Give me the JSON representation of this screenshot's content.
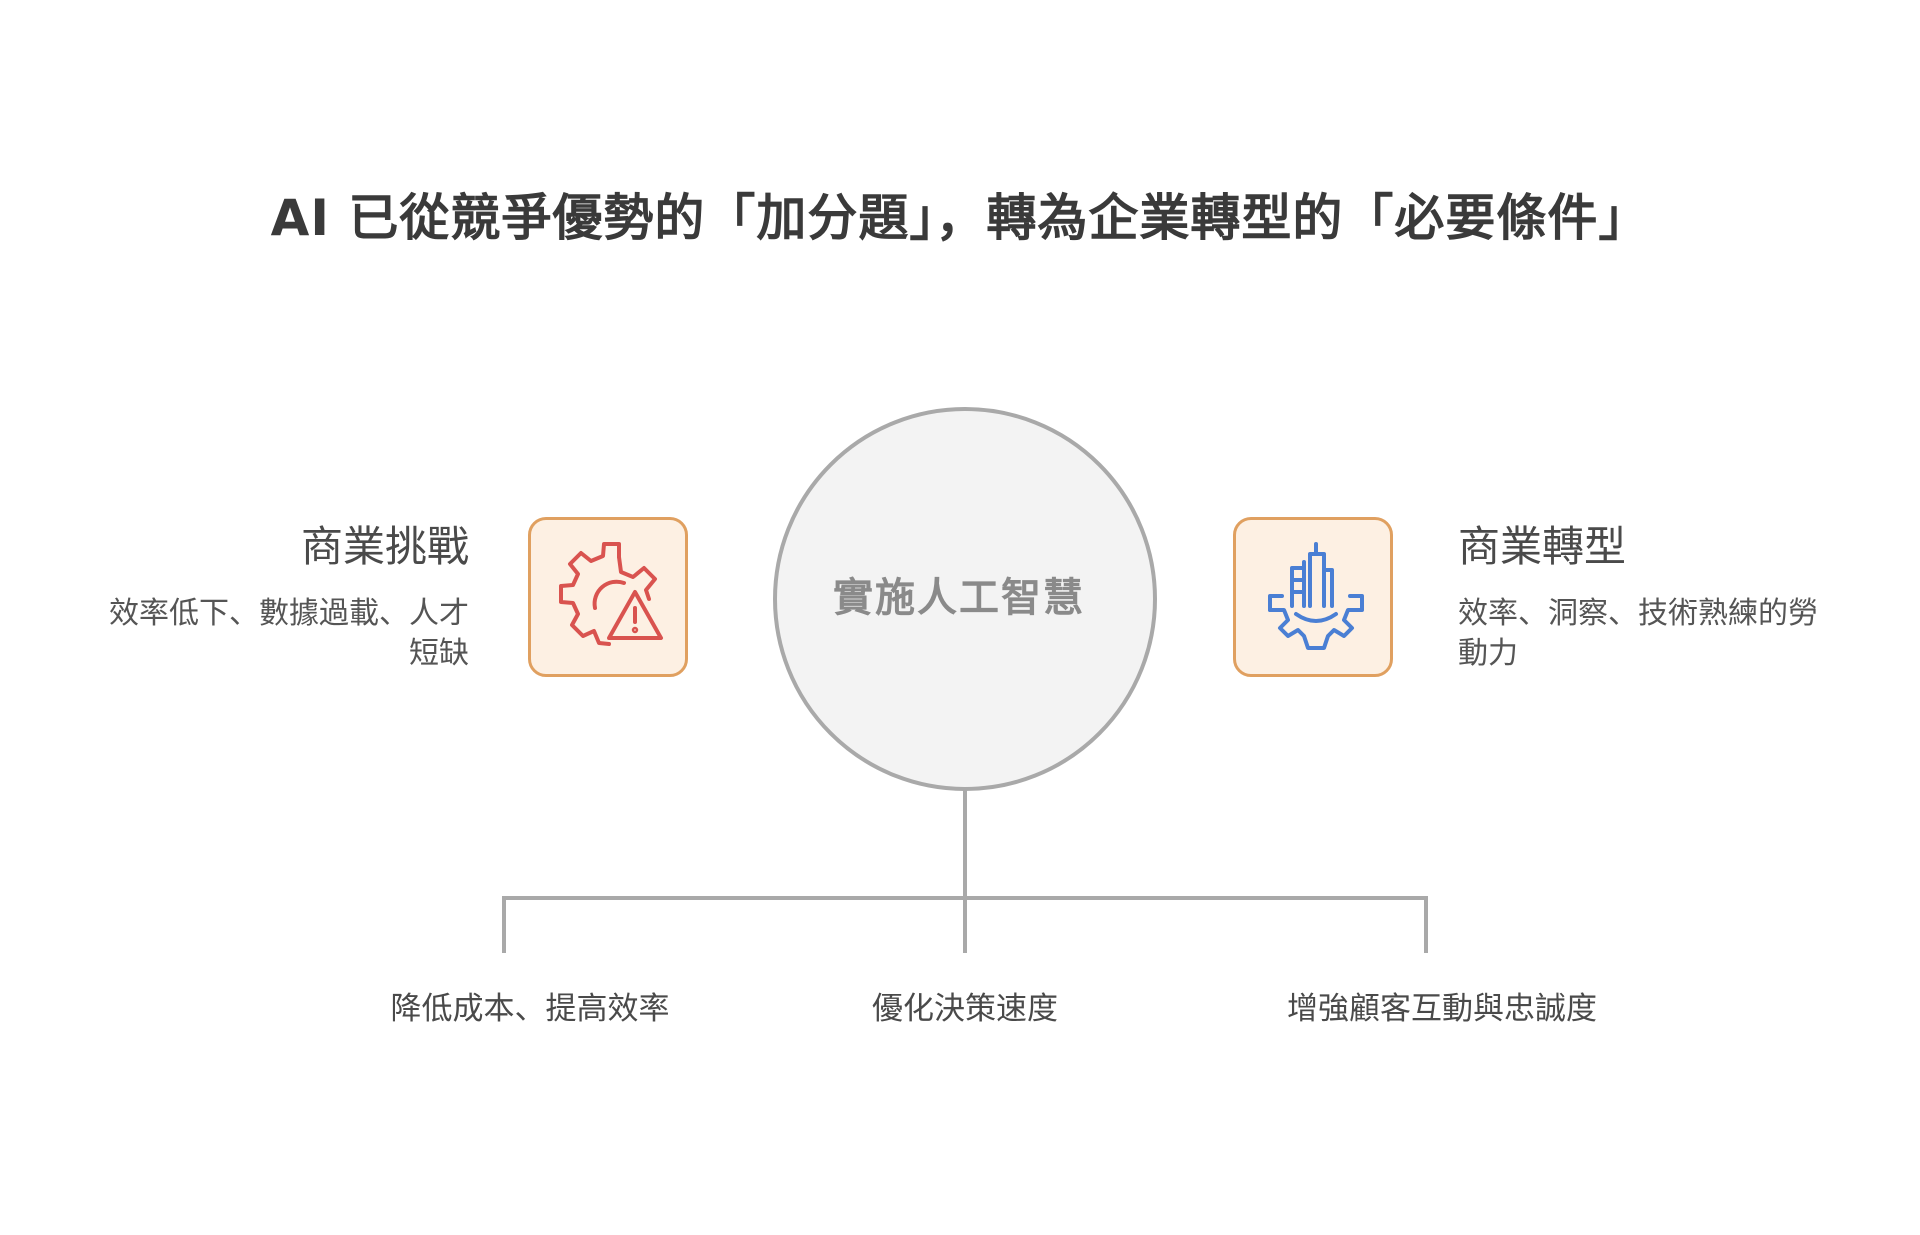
{
  "title": "AI 已從競爭優勢的「加分題」，轉為企業轉型的「必要條件」",
  "center": {
    "label": "實施人工智慧"
  },
  "left": {
    "heading": "商業挑戰",
    "description": "效率低下、數據過載、人才短缺",
    "icon": "gear-warning-icon",
    "icon_color": "#d9534f"
  },
  "right": {
    "heading": "商業轉型",
    "description": "效率、洞察、技術熟練的勞動力",
    "icon": "gear-building-icon",
    "icon_color": "#4a7fd4"
  },
  "outcomes": [
    {
      "label": "降低成本、提高效率"
    },
    {
      "label": "優化決策速度"
    },
    {
      "label": "增強顧客互動與忠誠度"
    }
  ],
  "colors": {
    "box_border": "#e0a060",
    "box_fill": "#fdf0e3",
    "circle_fill": "#f3f3f3",
    "circle_stroke": "#a9a9a9",
    "connector": "#a9a9a9"
  }
}
